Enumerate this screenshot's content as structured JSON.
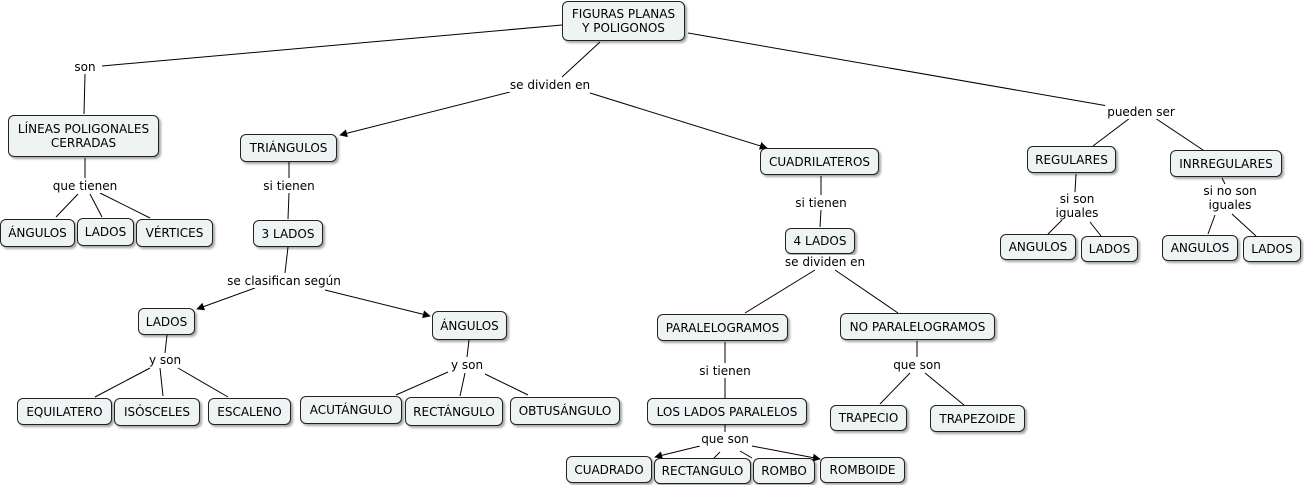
{
  "concepts": {
    "root": "FIGURAS PLANAS\nY POLIGONOS",
    "lineas": "LÍNEAS POLIGONALES\nCERRADAS",
    "triangulos": "TRIÁNGULOS",
    "cuadrilateros": "CUADRILATEROS",
    "regulares": "REGULARES",
    "irregulares": "INRREGULARES",
    "angulos_linea": "ÁNGULOS",
    "lados_linea": "LADOS",
    "vertices": "VÉRTICES",
    "tres_lados": "3 LADOS",
    "cuatro_lados": "4 LADOS",
    "lados_tri": "LADOS",
    "angulos_tri": "ÁNGULOS",
    "equilatero": "EQUILATERO",
    "isosceles": "ISÓSCELES",
    "escaleno": "ESCALENO",
    "acutangulo": "ACUTÁNGULO",
    "rectangulo_tri": "RECTÁNGULO",
    "obtusangulo": "OBTUSÁNGULO",
    "paralelogramos": "PARALELOGRAMOS",
    "no_paralelogramos": "NO PARALELOGRAMOS",
    "lados_paralelos": "LOS LADOS PARALELOS",
    "cuadrado": "CUADRADO",
    "rectangulo": "RECTANGULO",
    "rombo": "ROMBO",
    "romboide": "ROMBOIDE",
    "trapecio": "TRAPECIO",
    "trapezoide": "TRAPEZOIDE",
    "angulos_reg": "ANGULOS",
    "lados_reg": "LADOS",
    "angulos_irr": "ANGULOS",
    "lados_irr": "LADOS"
  },
  "link_labels": {
    "son": "son",
    "se_dividen_en": "se dividen en",
    "pueden_ser": "pueden ser",
    "que_tienen": "que tienen",
    "si_tienen_tri": "si tienen",
    "si_tienen_cua": "si tienen",
    "se_clasifican_segun": "se clasifican según",
    "se_dividen_en_4": "se dividen en",
    "y_son_lados": "y son",
    "y_son_angulos": "y son",
    "si_tienen_par": "si tienen",
    "que_son_par": "que son",
    "que_son_nopar": "que son",
    "si_son_iguales": "si son\niguales",
    "si_no_son_iguales": "si no son\niguales"
  }
}
